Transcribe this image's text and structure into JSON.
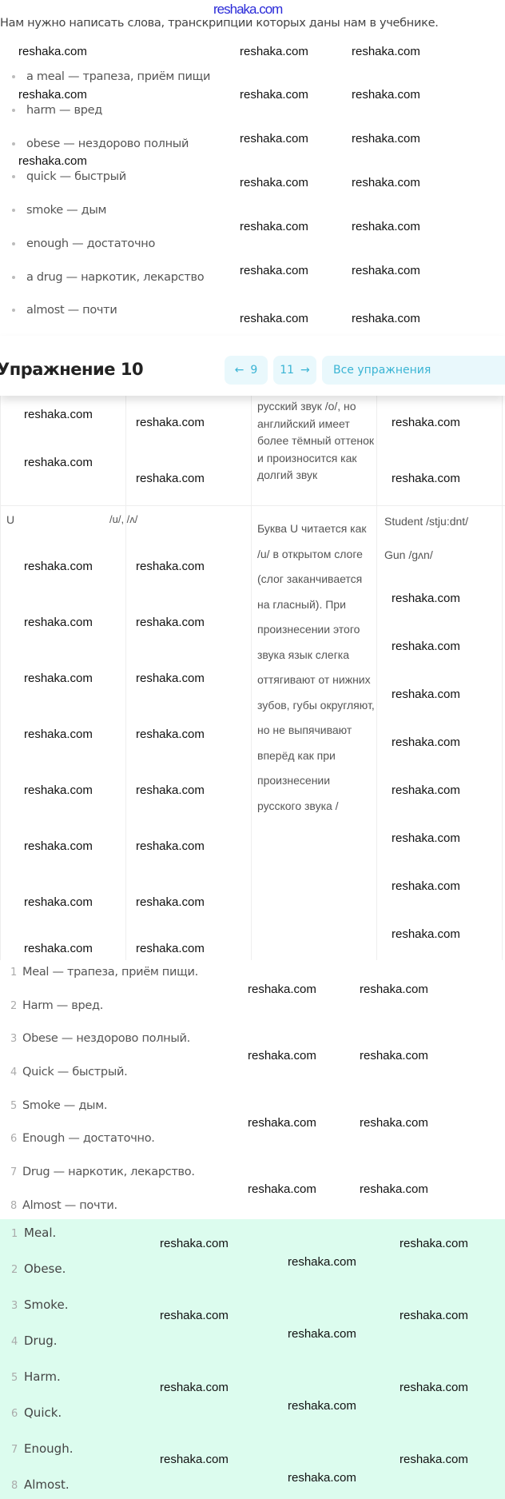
{
  "site_logo": "reshaka.com",
  "watermark": "reshaka.com",
  "intro": "Нам нужно написать слова, транскрипции которых даны нам в учебнике.",
  "words": [
    "a meal — трапеза, приём пищи",
    "harm — вред",
    "obese — нездорово полный",
    "quick — быстрый",
    "smoke — дым",
    "enough — достаточно",
    "a drug — наркотик, лекарство",
    "almost — почти"
  ],
  "header": {
    "title": "Упражнение 10",
    "prev_label": "9",
    "next_label": "11",
    "all_label": "Все упражнения",
    "accent": "#3ab4d4"
  },
  "table": {
    "row1_description": "русский звук /о/, но английский имеет более тёмный оттенок и произносится как долгий звук",
    "row2": {
      "letter": "U",
      "transcription": "/u/, /ʌ/",
      "description": "Буква U читается как /u/ в открытом слоге (слог заканчивается на гласный). При произнесении этого звука язык слегка оттягивают от нижних зубов, губы округляют, но не выпячивают вперёд как при произнесении русского звука /",
      "example1": "Student /stju:dnt/",
      "example2": "Gun /gʌn/"
    }
  },
  "numbered_list": [
    {
      "n": "1",
      "text": "Meal — трапеза, приём пищи."
    },
    {
      "n": "2",
      "text": "Harm — вред."
    },
    {
      "n": "3",
      "text": "Obese — нездорово полный."
    },
    {
      "n": "4",
      "text": "Quick — быстрый."
    },
    {
      "n": "5",
      "text": "Smoke — дым."
    },
    {
      "n": "6",
      "text": "Enough — достаточно."
    },
    {
      "n": "7",
      "text": "Drug — наркотик, лекарство."
    },
    {
      "n": "8",
      "text": "Almost — почти."
    }
  ],
  "answer_list": [
    {
      "n": "1",
      "text": "Meal."
    },
    {
      "n": "2",
      "text": "Obese."
    },
    {
      "n": "3",
      "text": "Smoke."
    },
    {
      "n": "4",
      "text": "Drug."
    },
    {
      "n": "5",
      "text": "Harm."
    },
    {
      "n": "6",
      "text": "Quick."
    },
    {
      "n": "7",
      "text": "Enough."
    },
    {
      "n": "8",
      "text": "Almost."
    }
  ],
  "colors": {
    "answer_bg": "#dcfcee"
  }
}
